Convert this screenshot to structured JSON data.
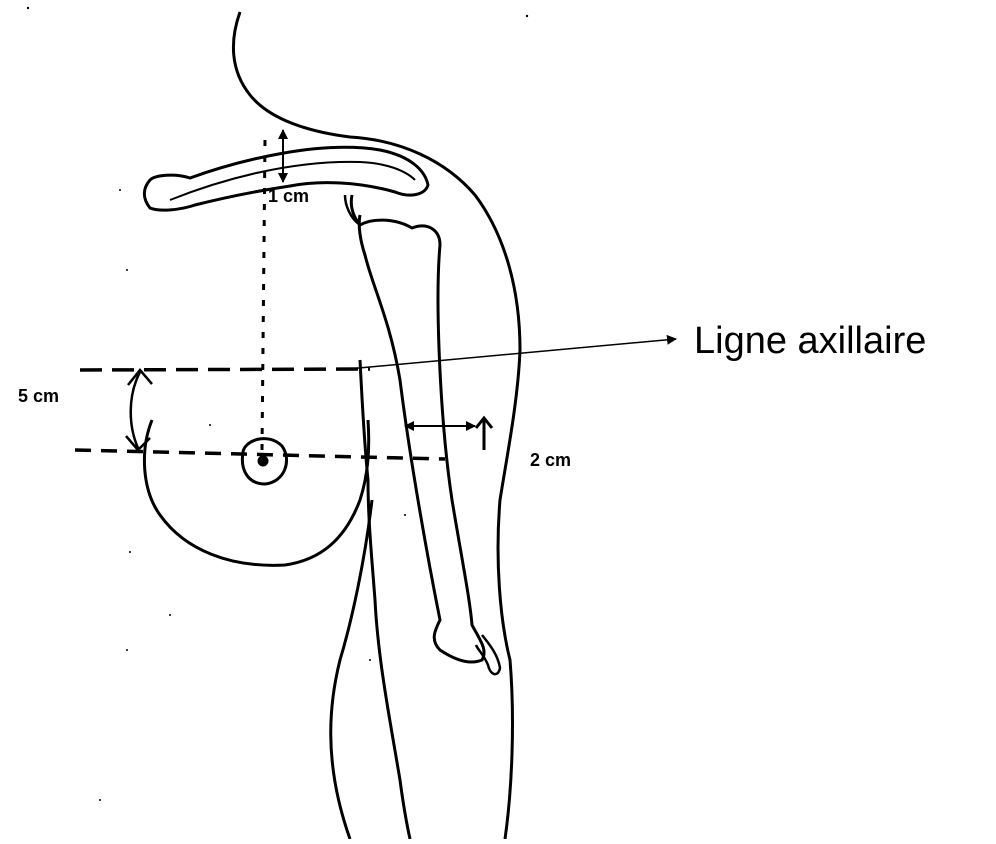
{
  "labels": {
    "clavicle_measure": "1 cm",
    "breast_measure": "5 cm",
    "arm_measure": "2 cm",
    "axillary_line": "Ligne axillaire"
  },
  "colors": {
    "ink": "#000000",
    "background": "#ffffff"
  }
}
